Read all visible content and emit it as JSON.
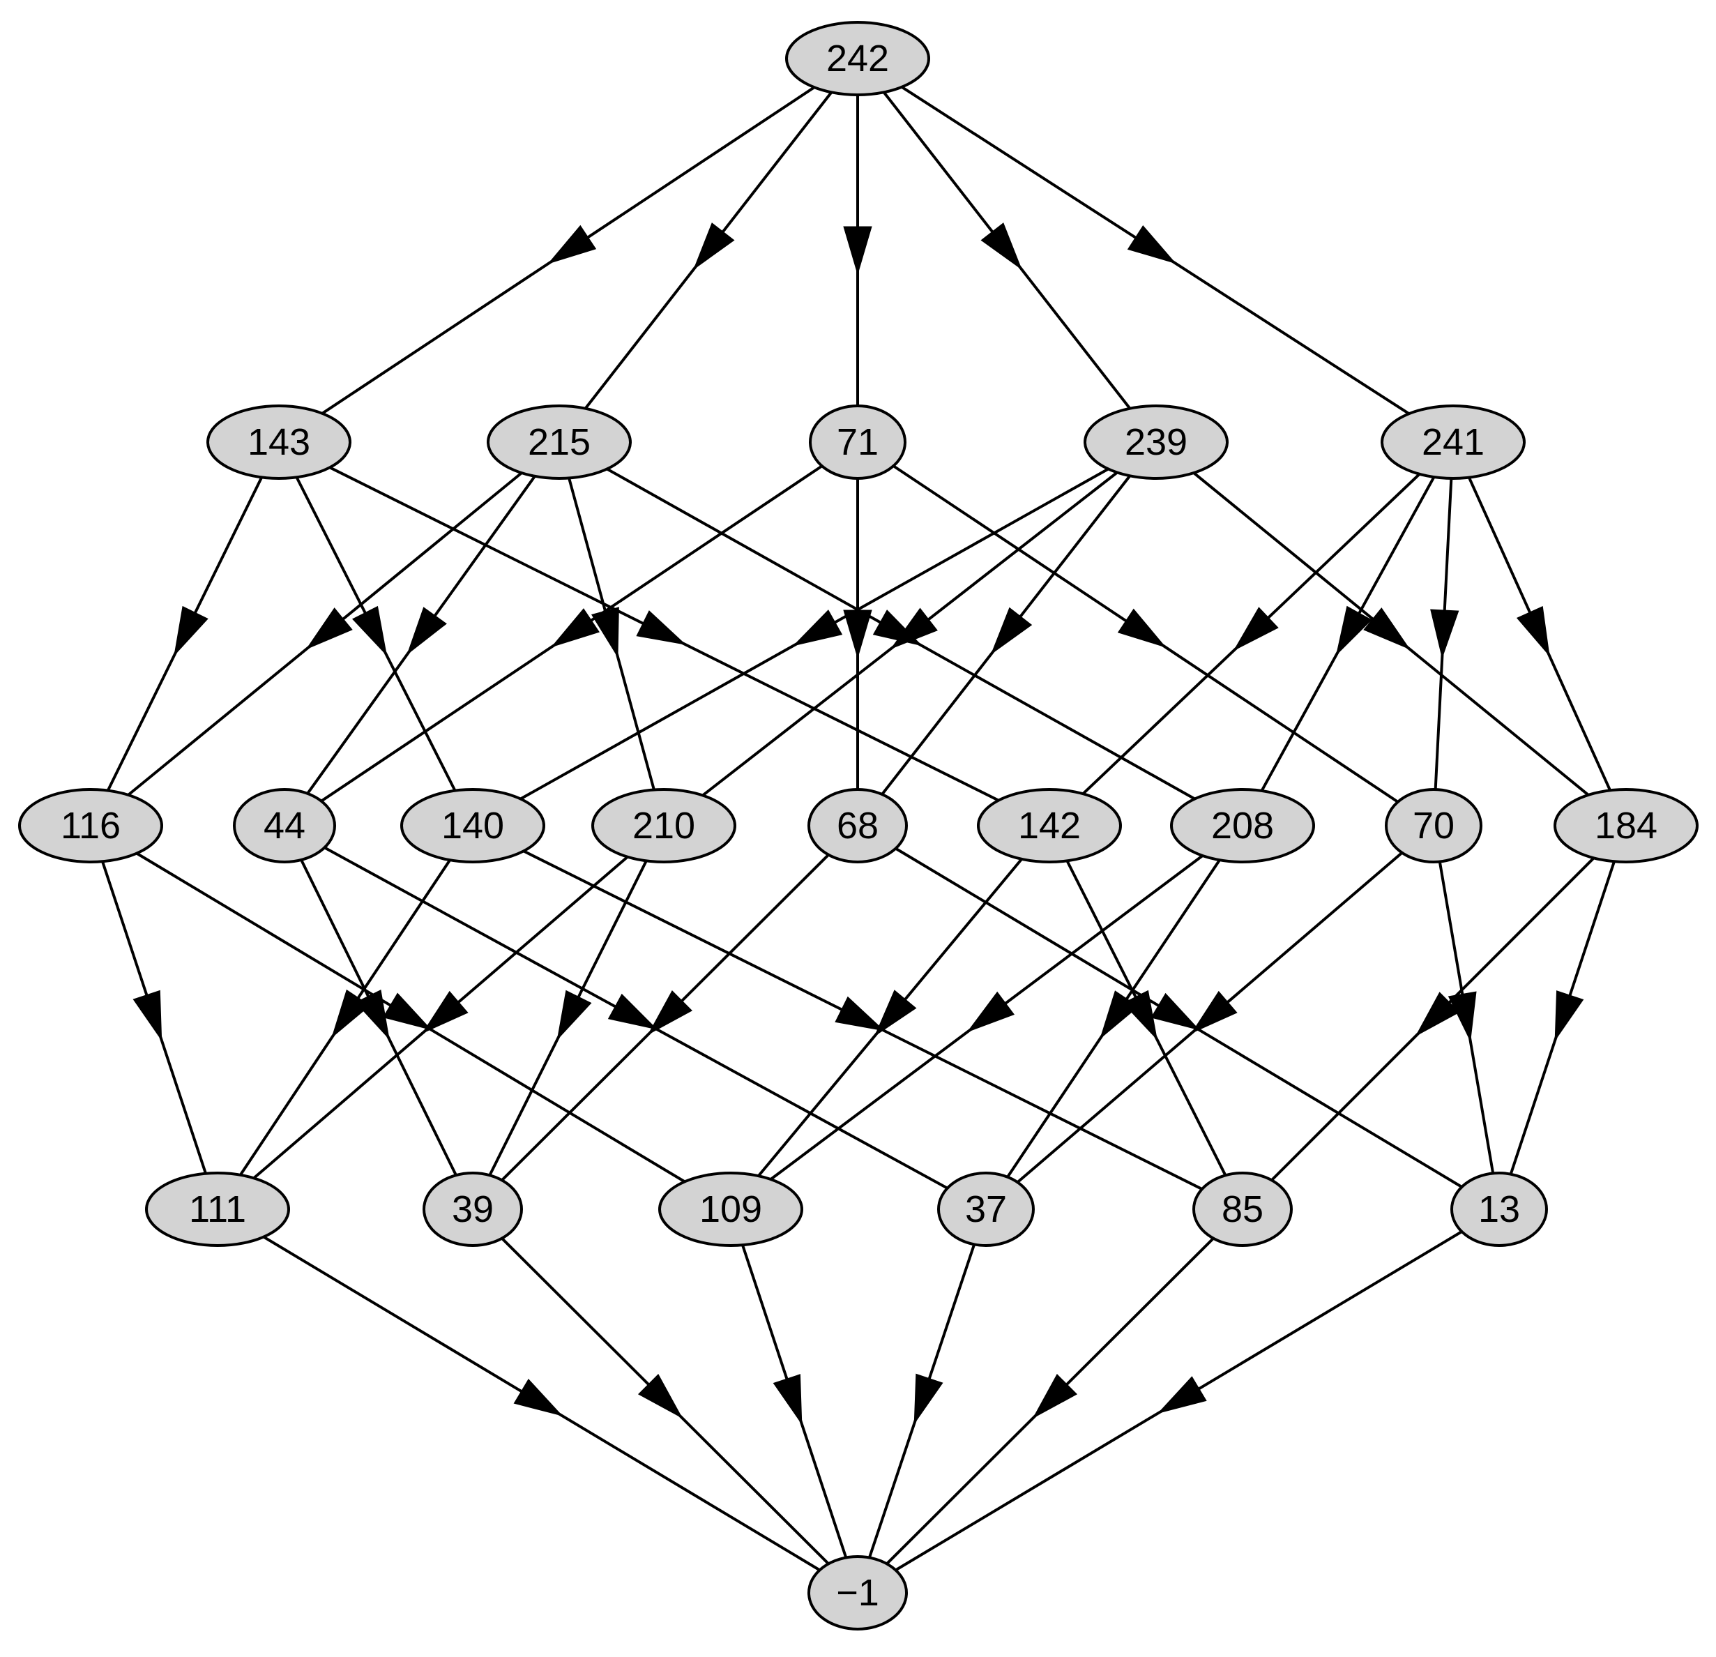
{
  "colors": {
    "node_fill": "#d3d3d3",
    "node_stroke": "#000000",
    "edge": "#000000",
    "background": "#ffffff"
  },
  "nodes": [
    {
      "id": "242",
      "label": "242"
    },
    {
      "id": "143",
      "label": "143"
    },
    {
      "id": "215",
      "label": "215"
    },
    {
      "id": "71",
      "label": "71"
    },
    {
      "id": "239",
      "label": "239"
    },
    {
      "id": "241",
      "label": "241"
    },
    {
      "id": "116",
      "label": "116"
    },
    {
      "id": "44",
      "label": "44"
    },
    {
      "id": "140",
      "label": "140"
    },
    {
      "id": "210",
      "label": "210"
    },
    {
      "id": "68",
      "label": "68"
    },
    {
      "id": "142",
      "label": "142"
    },
    {
      "id": "208",
      "label": "208"
    },
    {
      "id": "70",
      "label": "70"
    },
    {
      "id": "184",
      "label": "184"
    },
    {
      "id": "111",
      "label": "111"
    },
    {
      "id": "39",
      "label": "39"
    },
    {
      "id": "109",
      "label": "109"
    },
    {
      "id": "37",
      "label": "37"
    },
    {
      "id": "85",
      "label": "85"
    },
    {
      "id": "13",
      "label": "13"
    },
    {
      "id": "m1",
      "label": "−1"
    }
  ],
  "edges": [
    [
      "242",
      "143"
    ],
    [
      "242",
      "215"
    ],
    [
      "242",
      "71"
    ],
    [
      "242",
      "239"
    ],
    [
      "242",
      "241"
    ],
    [
      "143",
      "116"
    ],
    [
      "143",
      "140"
    ],
    [
      "143",
      "142"
    ],
    [
      "215",
      "116"
    ],
    [
      "215",
      "44"
    ],
    [
      "215",
      "210"
    ],
    [
      "215",
      "208"
    ],
    [
      "71",
      "44"
    ],
    [
      "71",
      "68"
    ],
    [
      "71",
      "70"
    ],
    [
      "239",
      "140"
    ],
    [
      "239",
      "210"
    ],
    [
      "239",
      "68"
    ],
    [
      "239",
      "184"
    ],
    [
      "241",
      "142"
    ],
    [
      "241",
      "208"
    ],
    [
      "241",
      "70"
    ],
    [
      "241",
      "184"
    ],
    [
      "116",
      "111"
    ],
    [
      "116",
      "109"
    ],
    [
      "44",
      "39"
    ],
    [
      "44",
      "37"
    ],
    [
      "140",
      "111"
    ],
    [
      "140",
      "85"
    ],
    [
      "210",
      "111"
    ],
    [
      "210",
      "39"
    ],
    [
      "68",
      "39"
    ],
    [
      "68",
      "13"
    ],
    [
      "142",
      "109"
    ],
    [
      "142",
      "85"
    ],
    [
      "208",
      "109"
    ],
    [
      "208",
      "37"
    ],
    [
      "70",
      "37"
    ],
    [
      "70",
      "13"
    ],
    [
      "184",
      "85"
    ],
    [
      "184",
      "13"
    ],
    [
      "111",
      "m1"
    ],
    [
      "39",
      "m1"
    ],
    [
      "109",
      "m1"
    ],
    [
      "37",
      "m1"
    ],
    [
      "85",
      "m1"
    ],
    [
      "13",
      "m1"
    ]
  ]
}
